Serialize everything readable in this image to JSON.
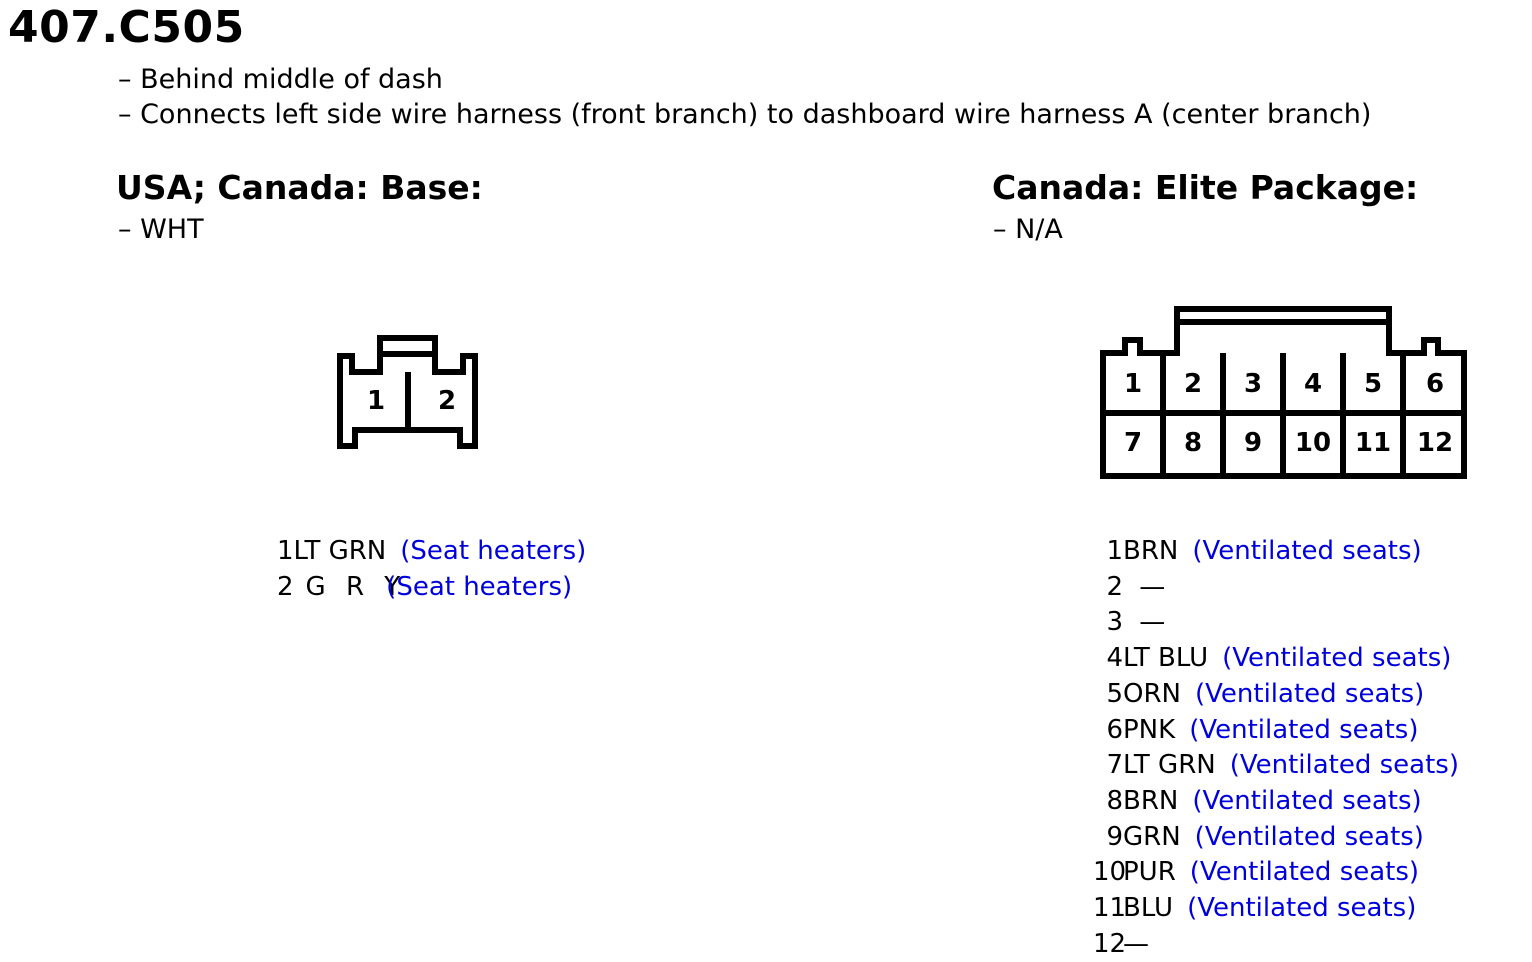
{
  "title": "407.C505",
  "description": [
    "– Behind middle of dash",
    "– Connects left side wire harness (front branch) to dashboard wire harness A (center branch)"
  ],
  "left": {
    "heading": "USA; Canada: Base:",
    "color_line": "– WHT",
    "connector_pins": [
      "1",
      "2"
    ],
    "pins": [
      {
        "num": "1",
        "wire": "LT GRN",
        "note": "(Seat heaters)"
      },
      {
        "num": "2",
        "wire": "G R Y",
        "note": "(Seat heaters)"
      }
    ]
  },
  "right": {
    "heading": "Canada: Elite Package:",
    "color_line": "– N/A",
    "connector_pins": [
      "1",
      "2",
      "3",
      "4",
      "5",
      "6",
      "7",
      "8",
      "9",
      "10",
      "11",
      "12"
    ],
    "pins": [
      {
        "num": "1",
        "wire": "BRN",
        "note": "(Ventilated seats)"
      },
      {
        "num": "2",
        "wire": " —",
        "note": ""
      },
      {
        "num": "3",
        "wire": " —",
        "note": ""
      },
      {
        "num": "4",
        "wire": "LT BLU",
        "note": "(Ventilated seats)"
      },
      {
        "num": "5",
        "wire": "ORN",
        "note": "(Ventilated seats)"
      },
      {
        "num": "6",
        "wire": "PNK",
        "note": "(Ventilated seats)"
      },
      {
        "num": "7",
        "wire": "LT GRN",
        "note": "(Ventilated seats)"
      },
      {
        "num": "8",
        "wire": "BRN",
        "note": "(Ventilated seats)"
      },
      {
        "num": "9",
        "wire": "GRN",
        "note": "(Ventilated seats)"
      },
      {
        "num": "10",
        "wire": "PUR",
        "note": "(Ventilated seats)"
      },
      {
        "num": "11",
        "wire": "BLU",
        "note": "(Ventilated seats)"
      },
      {
        "num": "12",
        "wire": "—",
        "note": ""
      }
    ]
  },
  "colors": {
    "note_text": "#0000dd",
    "line": "#000000"
  }
}
